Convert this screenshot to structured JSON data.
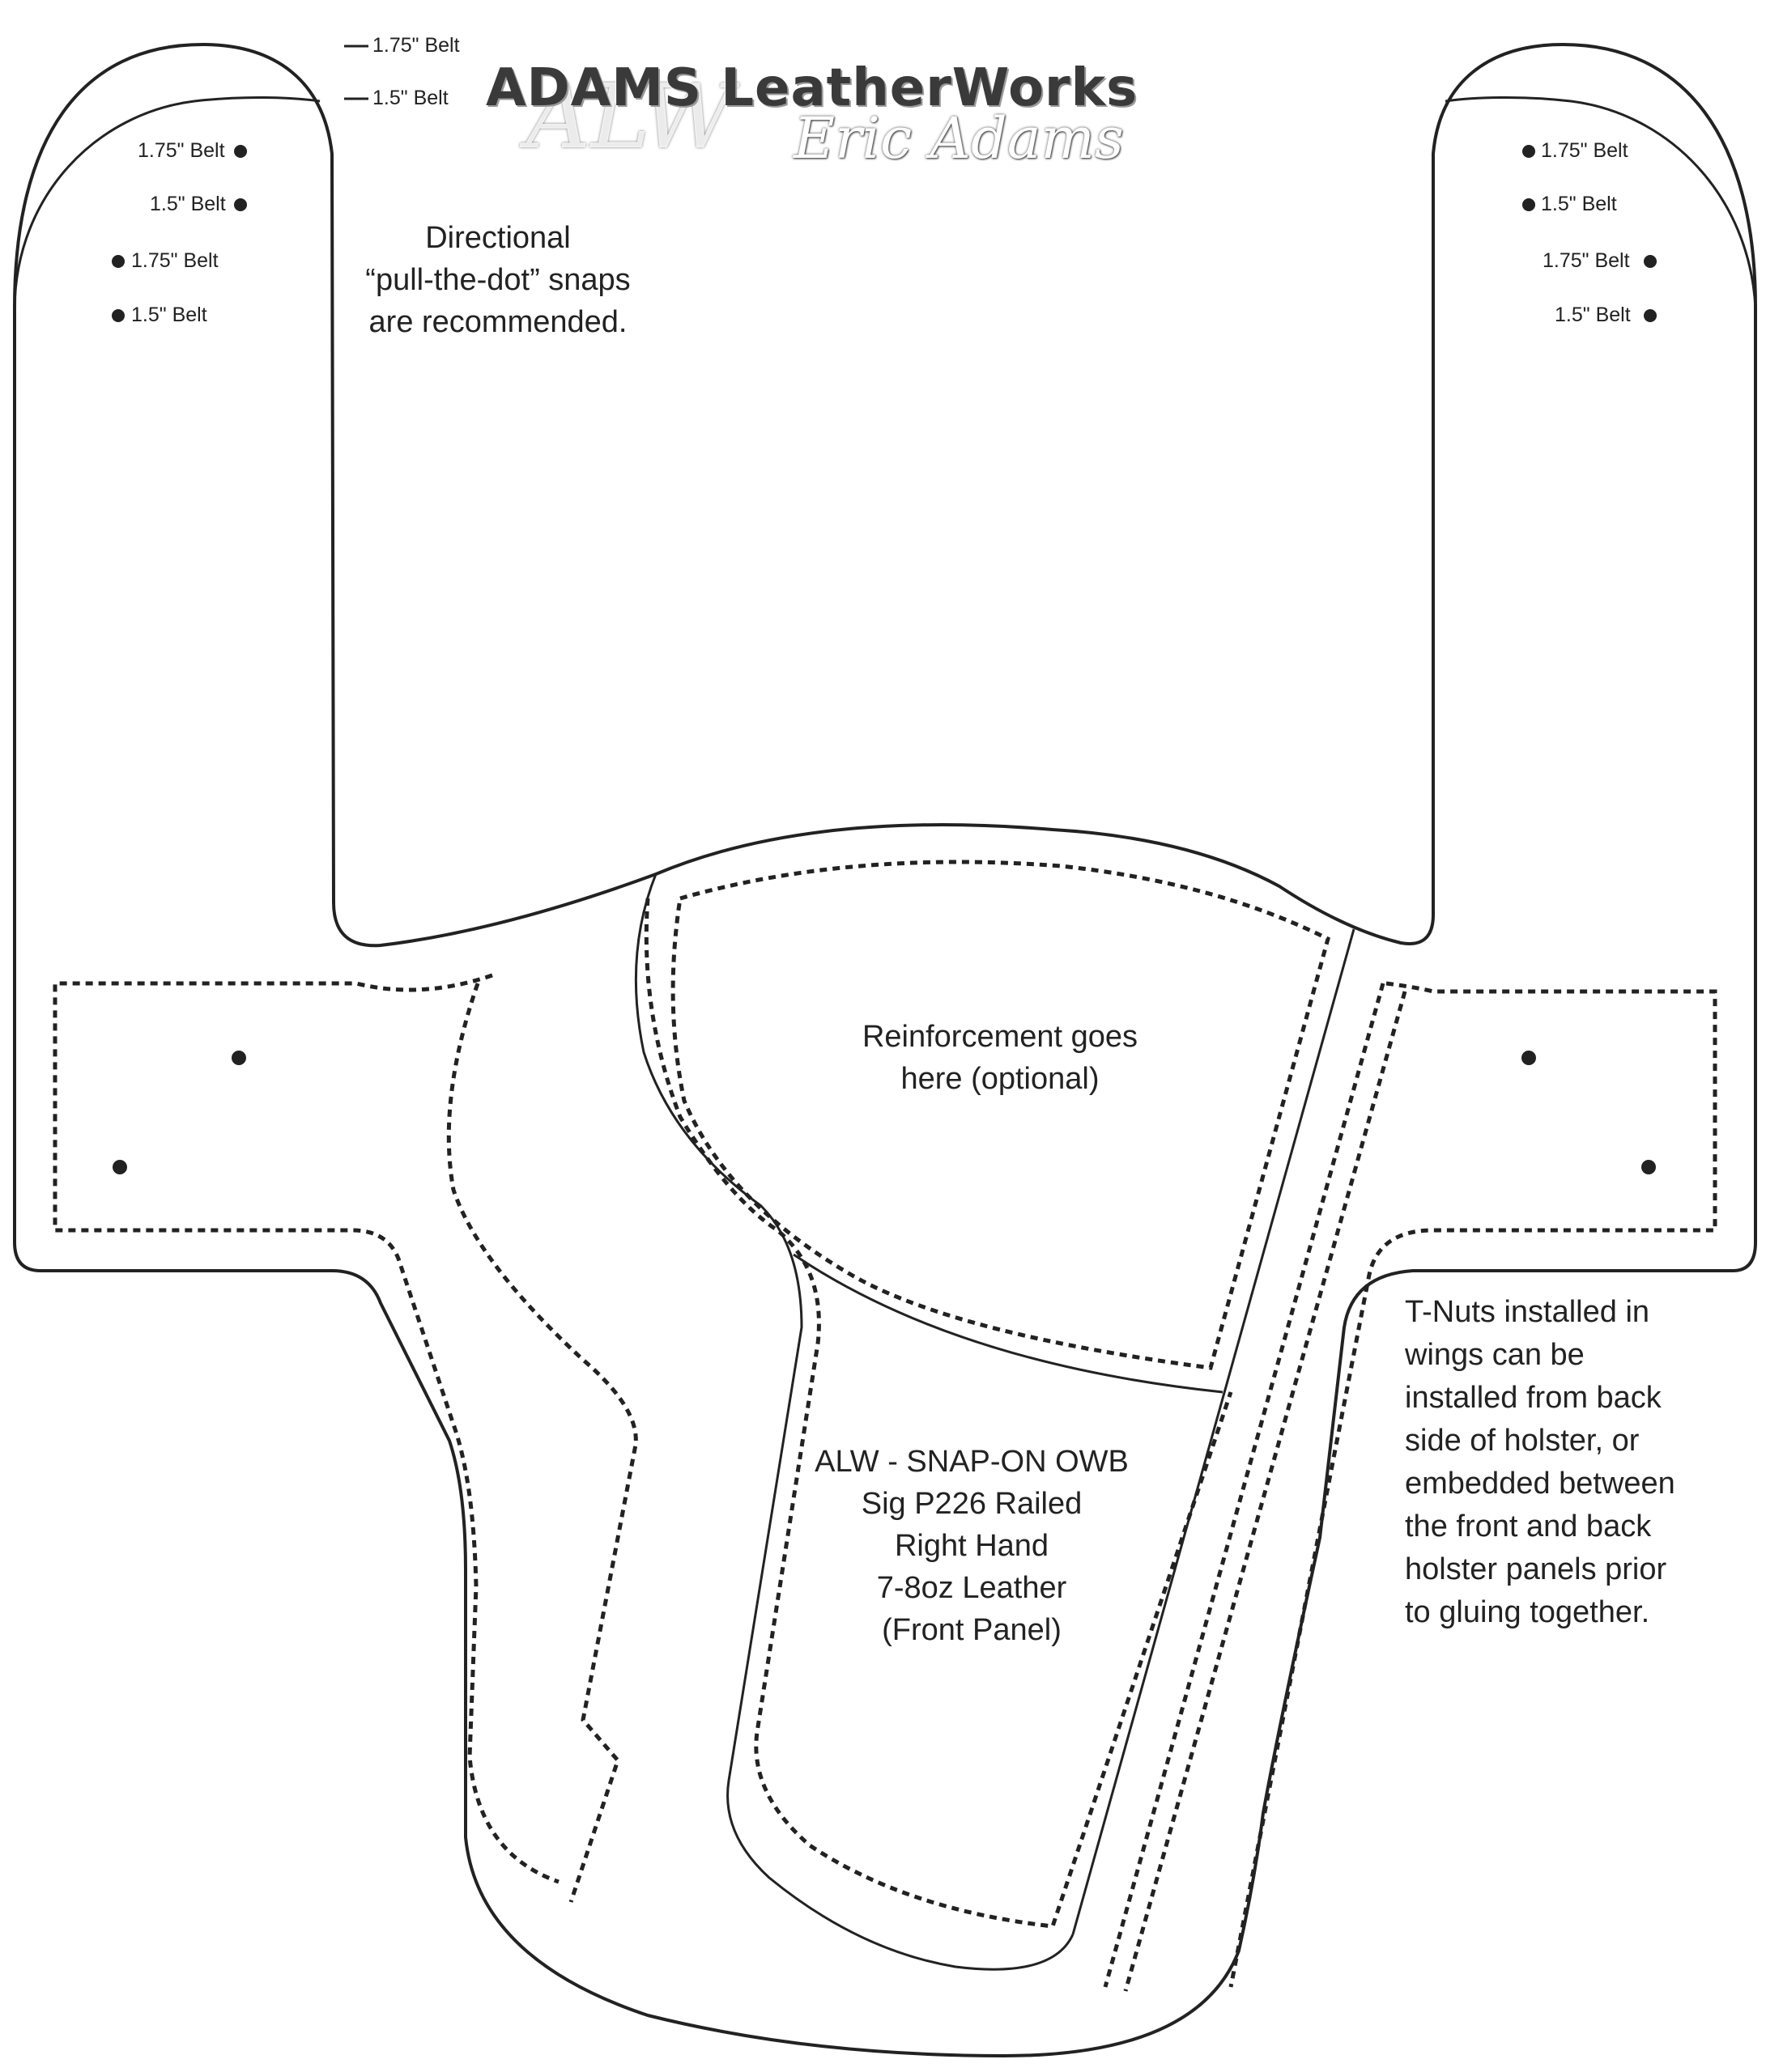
{
  "logo": {
    "brand": "ADAMS LeatherWorks",
    "signature": "Eric Adams",
    "monogram": "ALW"
  },
  "top_markers": [
    "1.75\" Belt",
    "1.5\" Belt"
  ],
  "left_loop_labels": [
    "1.75\" Belt",
    "1.5\" Belt",
    "1.75\" Belt",
    "1.5\" Belt"
  ],
  "right_loop_labels": [
    "1.75\" Belt",
    "1.5\" Belt",
    "1.75\" Belt",
    "1.5\" Belt"
  ],
  "snap_note": [
    "Directional",
    "“pull-the-dot” snaps",
    "are recommended."
  ],
  "reinforcement_note": [
    "Reinforcement goes",
    "here (optional)"
  ],
  "panel_info": [
    "ALW - SNAP-ON OWB",
    "Sig P226 Railed",
    "Right Hand",
    "7-8oz Leather",
    "(Front Panel)"
  ],
  "tnut_note": [
    "T-Nuts installed in",
    "wings can be",
    "installed  from back",
    "side of holster, or",
    "embedded between",
    "the front and back",
    "holster panels prior",
    "to gluing together."
  ],
  "colors": {
    "line": "#222222",
    "background": "#ffffff"
  }
}
